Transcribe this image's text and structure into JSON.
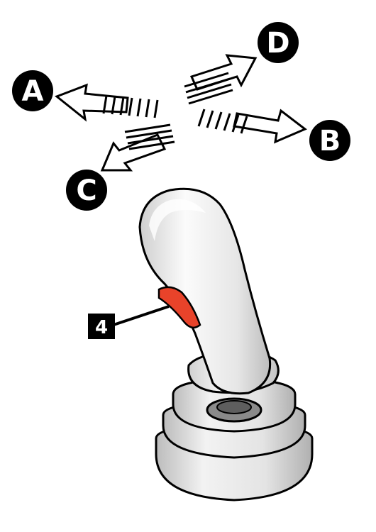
{
  "diagram": {
    "direction_labels": {
      "a": "A",
      "b": "B",
      "c": "C",
      "d": "D"
    },
    "callout_number": "4",
    "colors": {
      "trigger": "#e8432a",
      "outline": "#000000",
      "badge_fill": "#000000",
      "handle_light": "#f4f4f4",
      "handle_shadow": "#c9c9c9"
    },
    "icons": {
      "joystick": "joystick-icon",
      "trigger": "trigger-button"
    }
  }
}
